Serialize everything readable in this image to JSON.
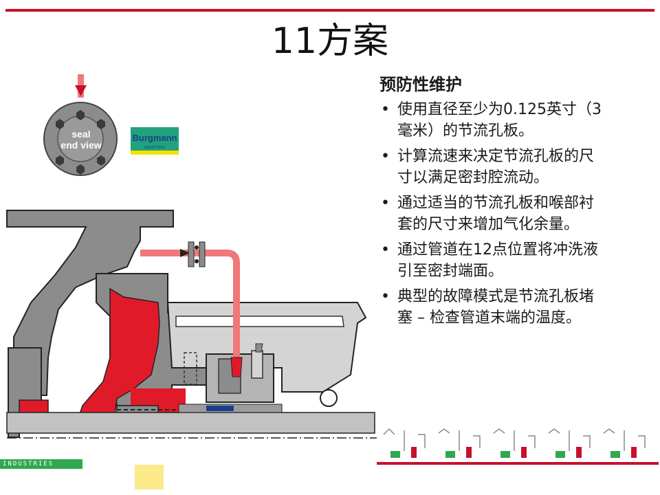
{
  "slide": {
    "title": "11方案",
    "accent_color": "#c8102e"
  },
  "diagram": {
    "seal_label_line1": "seal",
    "seal_label_line2": "end view",
    "brand_logo": "Burgmann",
    "brand_sub": "INDUSTRIES",
    "colors": {
      "body_gray": "#8c8c8c",
      "light_gray": "#d4d4d4",
      "flush_pink": "#f07878",
      "seal_red": "#e11a2a",
      "logo_green": "#21a27d",
      "logo_blue": "#1b3f8f",
      "logo_yellow": "#f4e200"
    }
  },
  "panel": {
    "heading": "预防性维护",
    "bullets": [
      {
        "line1": "使用直径至少为0.125英寸（3",
        "line2": "毫米）的节流孔板。"
      },
      {
        "line1": "计算流速来决定节流孔板的尺",
        "line2": "寸以满足密封腔流动。"
      },
      {
        "line1": "通过适当的节流孔板和喉部衬",
        "line2": "套的尺寸来增加气化余量。"
      },
      {
        "line1": "通过管道在12点位置将冲洗液",
        "line2": "引至密封端面。"
      },
      {
        "line1": "典型的故障模式是节流孔板堵",
        "line2": "塞 – 检查管道末端的温度。"
      }
    ]
  },
  "footer": {
    "strip_label": "INDUSTRIES"
  }
}
